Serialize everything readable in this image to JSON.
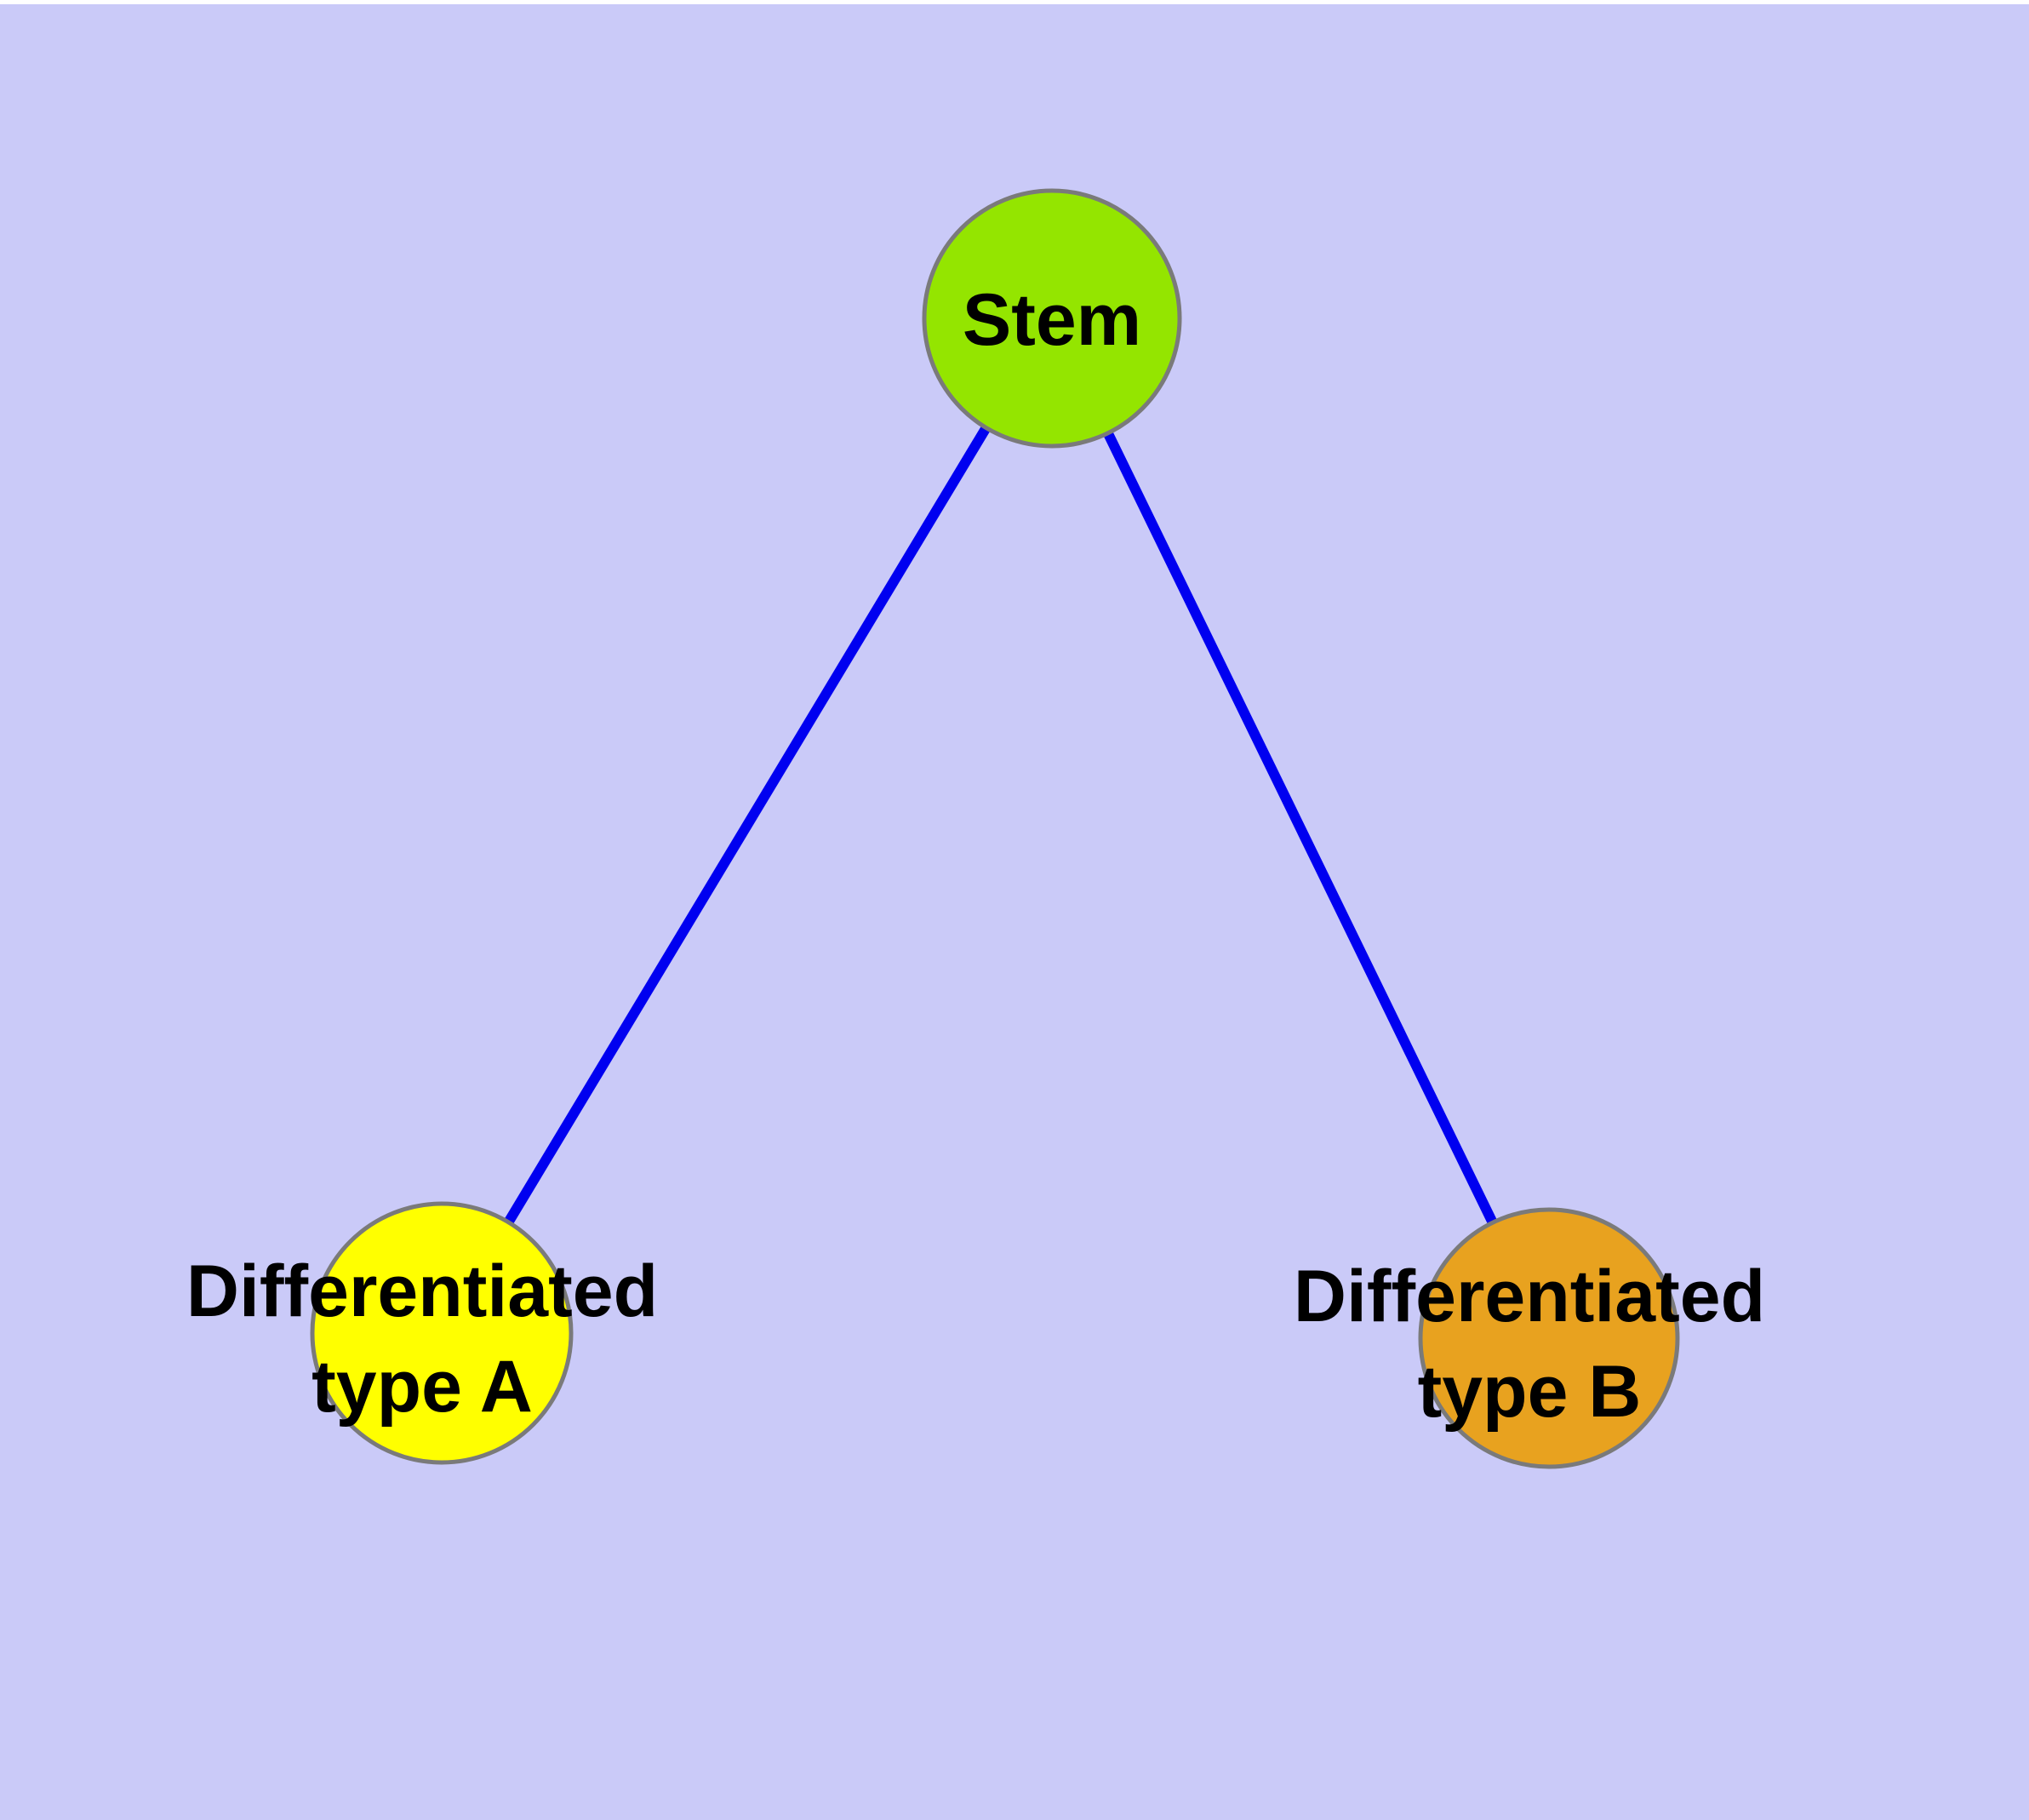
{
  "diagram": {
    "type": "node-link-graph",
    "background_color": "#CACAF8",
    "top_margin_color": "#FFFFFF",
    "edge_color": "#0000F0",
    "node_border_color": "#7A7A7A",
    "label_color": "#000000",
    "nodes": [
      {
        "id": "stem",
        "label": "Stem",
        "color": "#94E500"
      },
      {
        "id": "differentiated-type-a",
        "label_line1": "Differentiated",
        "label_line2": "type A",
        "color": "#FFFF00"
      },
      {
        "id": "differentiated-type-b",
        "label_line1": "Differentiated",
        "label_line2": "type B",
        "color": "#E8A21F"
      }
    ],
    "edges": [
      {
        "from": "stem",
        "to": "differentiated-type-a"
      },
      {
        "from": "stem",
        "to": "differentiated-type-b"
      }
    ]
  }
}
